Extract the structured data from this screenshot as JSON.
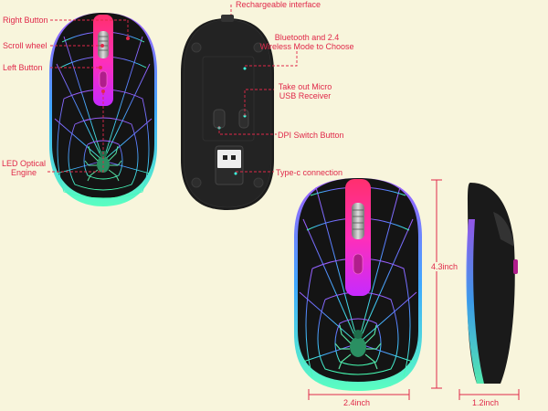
{
  "callouts": {
    "right_button": "Right Button",
    "scroll_wheel": "Scroll wheel",
    "left_button": "Left Button",
    "led_optical_line1": "LED Optical",
    "led_optical_line2": "Engine",
    "rechargeable_interface": "Rechargeable interface",
    "bluetooth_line1": "Bluetooth and 2.4",
    "bluetooth_line2": "Wireless Mode to Choose",
    "receiver_line1": "Take out Micro",
    "receiver_line2": "USB Receiver",
    "dpi_switch": "DPI Switch Button",
    "typec": "Type-c connection"
  },
  "dimensions": {
    "length": "4.3inch",
    "width": "2.4inch",
    "height": "1.2inch"
  },
  "colors": {
    "background": "#f8f5dc",
    "annotation": "#e0294a",
    "shell": "#1a1a1a",
    "wheel_strip": "#ff2a7a",
    "web_glow": "#6a7bff"
  }
}
